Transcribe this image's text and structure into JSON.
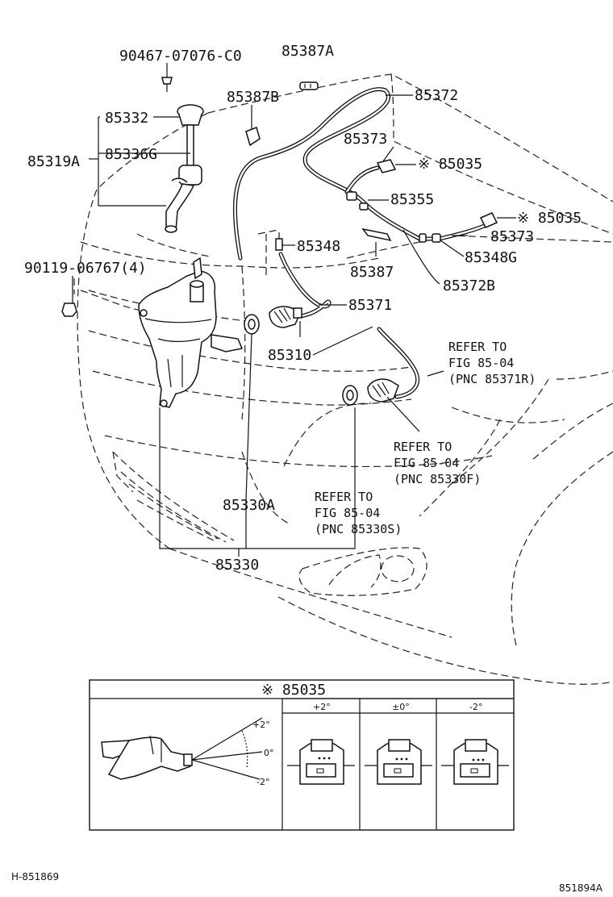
{
  "labels": {
    "p9046707076": "90467-07076-C0",
    "p85387A": "85387A",
    "p85387B": "85387B",
    "p85372": "85372",
    "p85332": "85332",
    "p85319A": "85319A",
    "p85336G": "85336G",
    "p85373a": "85373",
    "p85035a": "※ 85035",
    "p85355": "85355",
    "p85035b": "※ 85035",
    "p85373b": "85373",
    "p85348": "85348",
    "p85348G": "85348G",
    "p85387": "85387",
    "p85372B": "85372B",
    "p90119": "90119-06767(4)",
    "p85371": "85371",
    "p85310": "85310",
    "p85330A": "85330A",
    "p85330": "85330"
  },
  "refs": {
    "r1": {
      "l1": "REFER TO",
      "l2": "FIG 85-04",
      "l3": "(PNC 85371R)"
    },
    "r2": {
      "l1": "REFER TO",
      "l2": "FIG 85-04",
      "l3": "(PNC 85330F)"
    },
    "r3": {
      "l1": "REFER TO",
      "l2": "FIG 85-04",
      "l3": "(PNC 85330S)"
    }
  },
  "inset": {
    "title": "※ 85035",
    "col1": "+2°",
    "col2": "±0°",
    "col3": "-2°",
    "ang_plus": "+2°",
    "ang_zero": "0°",
    "ang_minus": "-2°"
  },
  "footer": {
    "left": "H-851869",
    "right": "851894A"
  }
}
